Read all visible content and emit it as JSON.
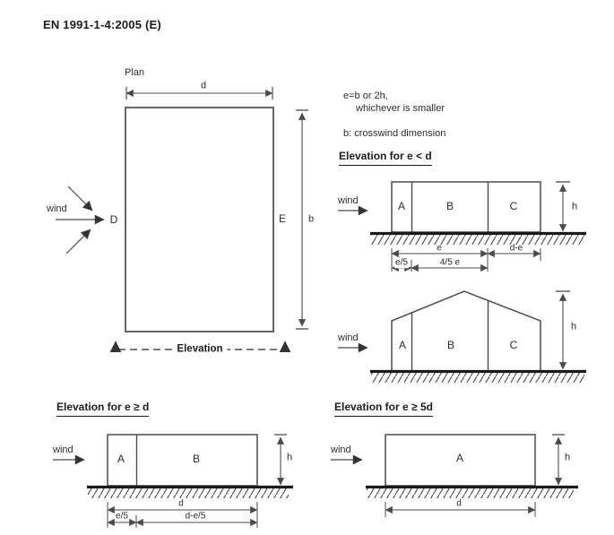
{
  "title": "EN 1991-1-4:2005 (E)",
  "plan": {
    "label": "Plan",
    "wind_label": "wind",
    "zone_windward": "D",
    "zone_leeward": "E",
    "dim_d": "d",
    "dim_b": "b",
    "elevation_marker": "Elevation"
  },
  "notes": {
    "e_rule_line1": "e=b or 2h,",
    "e_rule_line2": "whichever is smaller",
    "b_definition": "b: crosswind dimension"
  },
  "elevation_e_lt_d": {
    "heading": "Elevation for e < d",
    "flat": {
      "wind_label": "wind",
      "zones": [
        "A",
        "B",
        "C"
      ],
      "dim_h": "h",
      "dim_e": "e",
      "dim_d_minus_e": "d-e",
      "dim_e_over_5": "e/5",
      "dim_4_5_e": "4/5 e"
    },
    "pitched": {
      "wind_label": "wind",
      "zones": [
        "A",
        "B",
        "C"
      ],
      "dim_h": "h"
    }
  },
  "elevation_e_ge_d": {
    "heading": "Elevation for e ≥ d",
    "wind_label": "wind",
    "zones": [
      "A",
      "B"
    ],
    "dim_h": "h",
    "dim_d": "d",
    "dim_e_over_5": "e/5",
    "dim_d_minus_e_over_5": "d-e/5"
  },
  "elevation_e_ge_5d": {
    "heading": "Elevation for e ≥ 5d",
    "wind_label": "wind",
    "zones": [
      "A"
    ],
    "dim_h": "h",
    "dim_d": "d"
  },
  "colors": {
    "line": "#4b4b4b",
    "text": "#2b2b2b",
    "ground": "#1a1a1a",
    "background": "#ffffff"
  }
}
